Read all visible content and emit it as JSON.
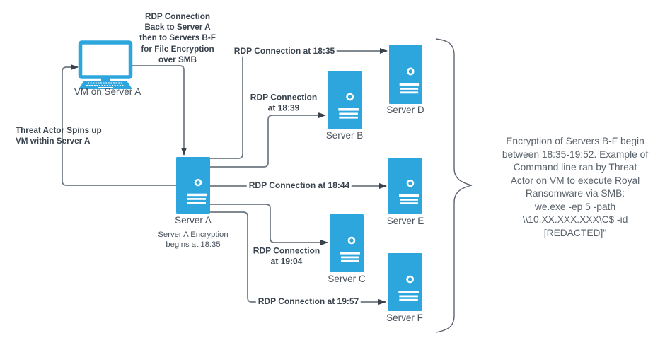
{
  "diagram": {
    "vm_node": {
      "label": "VM on Server A"
    },
    "server_a": {
      "label": "Server A",
      "sublabel": "Server A Encryption\nbegins at 18:35"
    },
    "servers": [
      {
        "id": "b",
        "label": "Server B"
      },
      {
        "id": "c",
        "label": "Server C"
      },
      {
        "id": "d",
        "label": "Server D"
      },
      {
        "id": "e",
        "label": "Server E"
      },
      {
        "id": "f",
        "label": "Server F"
      }
    ],
    "connections": [
      {
        "id": "rdp-1835",
        "label": "RDP Connection at 18:35"
      },
      {
        "id": "rdp-1839",
        "label": "RDP Connection\nat 18:39"
      },
      {
        "id": "rdp-1844",
        "label": "RDP Connection at 18:44"
      },
      {
        "id": "rdp-1904",
        "label": "RDP Connection\nat 19:04"
      },
      {
        "id": "rdp-1957",
        "label": "RDP Connection at 19:57"
      }
    ],
    "annotations": {
      "top": "RDP Connection\nBack to Server A\nthen to Servers B-F\nfor File Encryption\nover SMB",
      "left": "Threat Actor Spins up\nVM within Server A",
      "brace_note": "Encryption of Servers B-F begin\nbetween 18:35-19:52. Example of\nCommand line ran by Threat\nActor on VM to execute Royal\nRansomware via SMB:\nwe.exe -ep 5 -path\n\\\\10.XX.XXX.XXX\\C$ -id\n[REDACTED]\""
    },
    "colors": {
      "node_blue": "#2da6de",
      "line": "#6e7780",
      "arrowhead": "#39414d",
      "bold_text": "#39434d",
      "label_text": "#4b545e",
      "note_text": "#5a626b"
    }
  }
}
